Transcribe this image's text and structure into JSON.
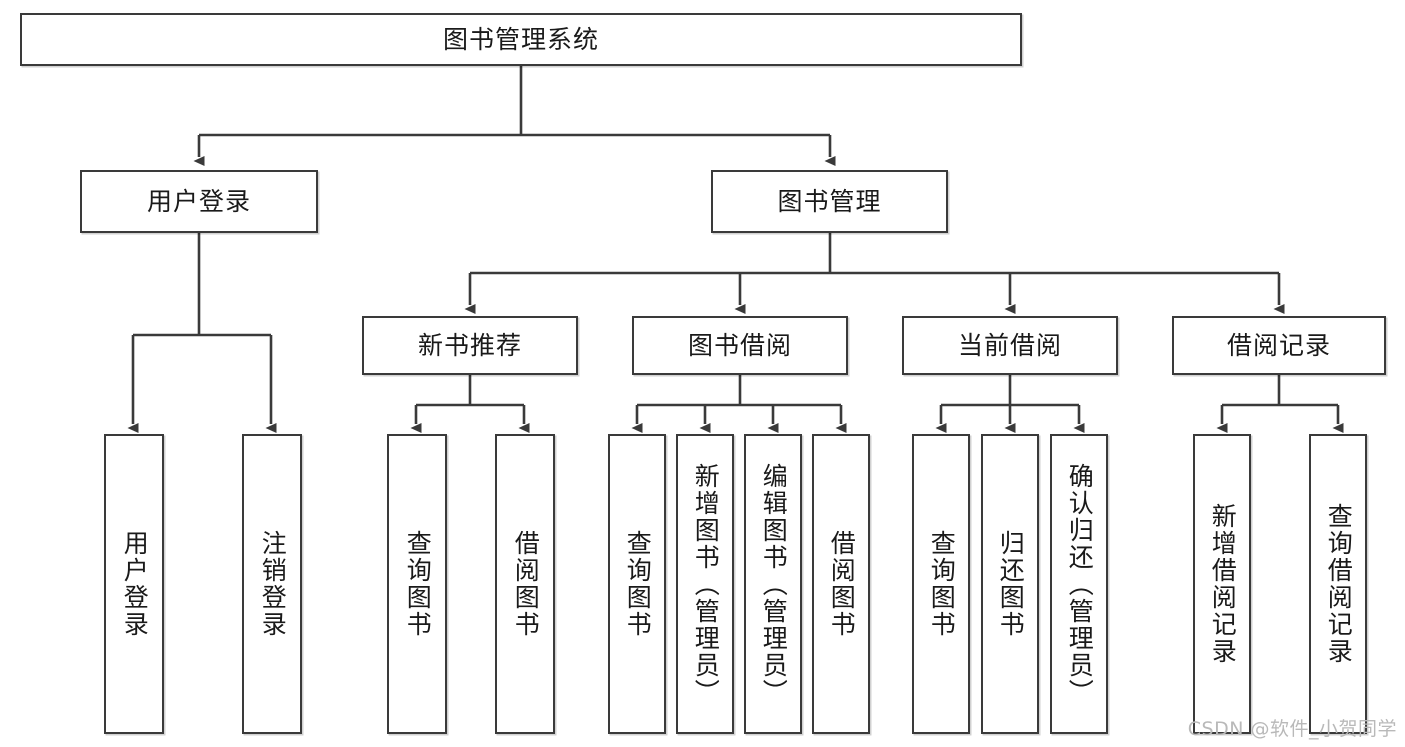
{
  "diagram": {
    "type": "tree-hierarchy",
    "title": "图书管理系统",
    "root": {
      "label": "图书管理系统"
    },
    "level2": [
      {
        "label": "用户登录"
      },
      {
        "label": "图书管理"
      }
    ],
    "level3": [
      {
        "label": "新书推荐"
      },
      {
        "label": "图书借阅"
      },
      {
        "label": "当前借阅"
      },
      {
        "label": "借阅记录"
      }
    ],
    "leaves": {
      "user_login": [
        {
          "label": "用户登录"
        },
        {
          "label": "注销登录"
        }
      ],
      "new_book_recommend": [
        {
          "label": "查询图书"
        },
        {
          "label": "借阅图书"
        }
      ],
      "book_borrow": [
        {
          "label": "查询图书"
        },
        {
          "label": "新增图书（管理员）"
        },
        {
          "label": "编辑图书（管理员）"
        },
        {
          "label": "借阅图书"
        }
      ],
      "current_borrow": [
        {
          "label": "查询图书"
        },
        {
          "label": "归还图书"
        },
        {
          "label": "确认归还（管理员）"
        }
      ],
      "borrow_record": [
        {
          "label": "新增借阅记录"
        },
        {
          "label": "查询借阅记录"
        }
      ]
    }
  },
  "watermark": {
    "text": "CSDN @软件_小贺同学"
  },
  "colors": {
    "stroke": "#3a3a3a",
    "fill": "#ffffff",
    "text": "#1a1a1a",
    "watermark": "#b9b9b9"
  }
}
